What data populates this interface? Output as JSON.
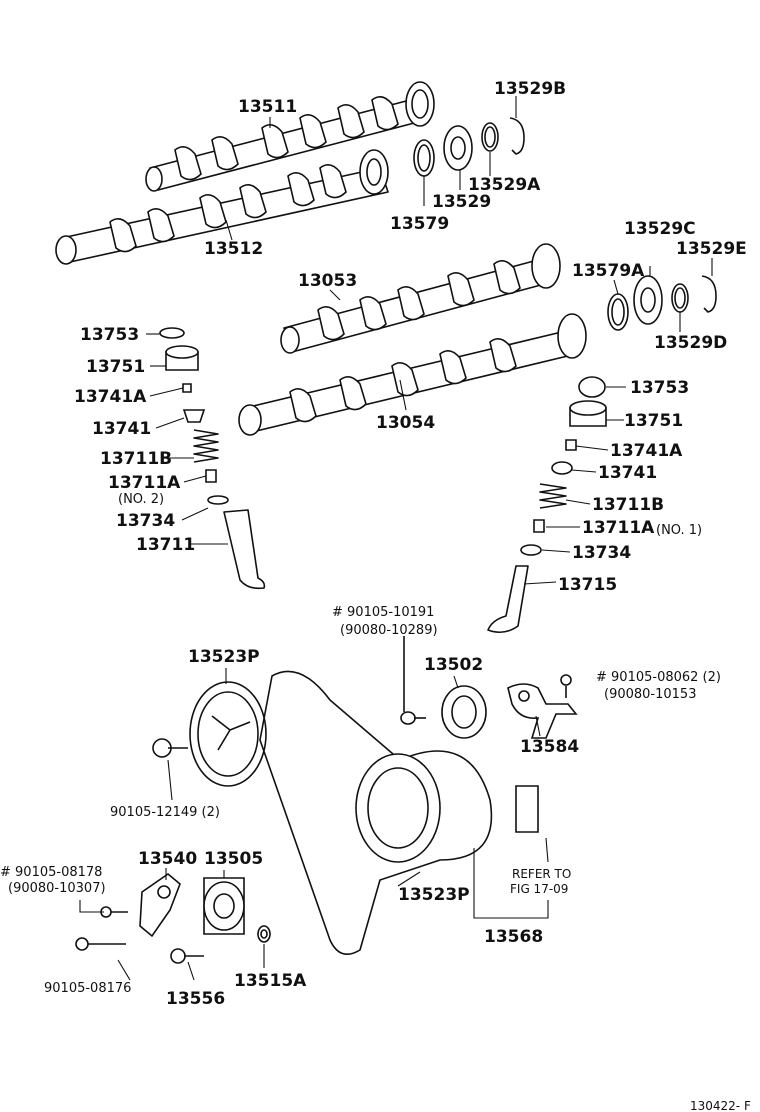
{
  "labels": {
    "p13511": "13511",
    "p13512": "13512",
    "p13529B": "13529B",
    "p13529A": "13529A",
    "p13529": "13529",
    "p13579": "13579",
    "p13053": "13053",
    "p13054": "13054",
    "p13529C": "13529C",
    "p13529E": "13529E",
    "p13579A": "13579A",
    "p13529D": "13529D",
    "l13753": "13753",
    "l13751": "13751",
    "l13741A": "13741A",
    "l13741": "13741",
    "l13711B": "13711B",
    "l13711A": "13711A",
    "l13711A_note": "(NO. 2)",
    "l13734": "13734",
    "l13711": "13711",
    "r13753": "13753",
    "r13751": "13751",
    "r13741A": "13741A",
    "r13741": "13741",
    "r13711B": "13711B",
    "r13711A": "13711A",
    "r13711A_note": "(NO. 1)",
    "r13734": "13734",
    "r13715": "13715",
    "bolt_top_1": "# 90105-10191",
    "bolt_top_2": "(90080-10289)",
    "p13502": "13502",
    "p13523P_top": "13523P",
    "bolt_right_1": "# 90105-08062 (2)",
    "bolt_right_2": "(90080-10153",
    "p13584": "13584",
    "bolt_pulley": "90105-12149 (2)",
    "p13523P_bottom": "13523P",
    "refer_1": "REFER TO",
    "refer_2": "FIG 17-09",
    "p13568": "13568",
    "bolt_left_1": "# 90105-08178",
    "bolt_left_2": "(90080-10307)",
    "p13540": "13540",
    "p13505": "13505",
    "bolt_bottom": "90105-08176",
    "p13556": "13556",
    "p13515A": "13515A",
    "figure_id": "130422- F"
  }
}
